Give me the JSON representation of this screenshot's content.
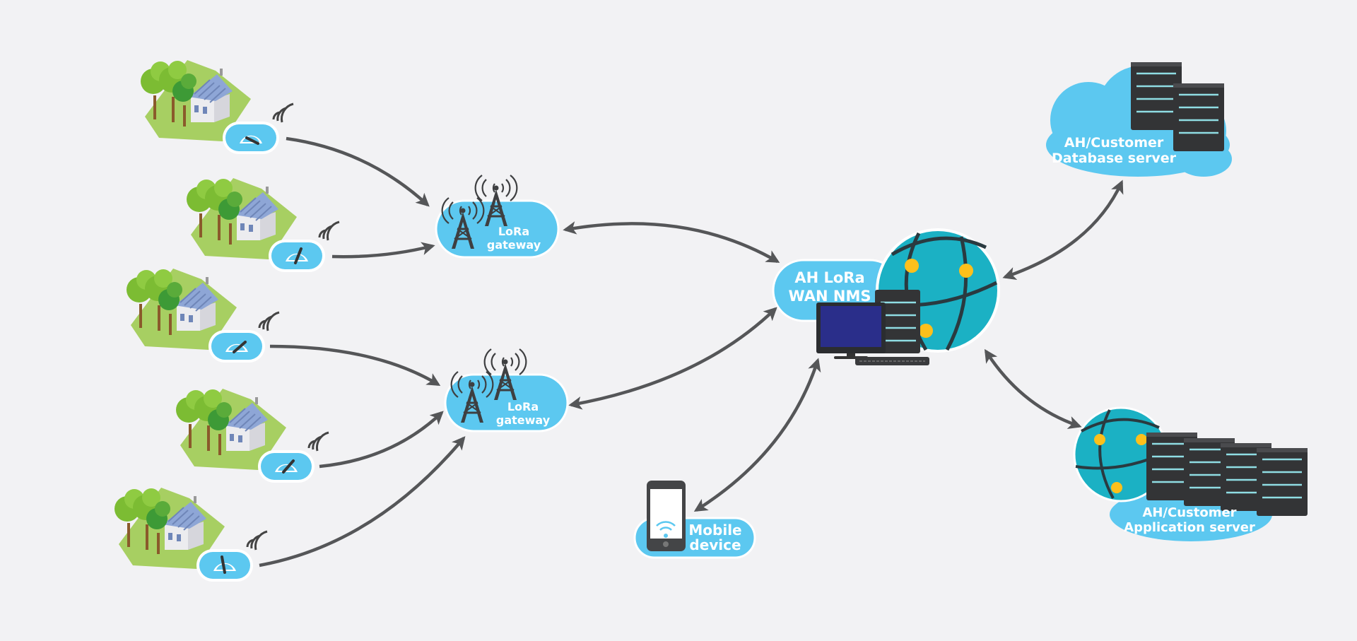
{
  "gateways": [
    {
      "line1": "LoRa",
      "line2": "gateway"
    },
    {
      "line1": "LoRa",
      "line2": "gateway"
    }
  ],
  "nms": {
    "line1": "AH LoRa",
    "line2": "WAN NMS"
  },
  "database_server": {
    "line1": "AH/Customer",
    "line2": "Database server"
  },
  "application_server": {
    "line1": "AH/Customer",
    "line2": "Application server"
  },
  "mobile_device": {
    "line1": "Mobile",
    "line2": "device"
  },
  "colors": {
    "background": "#f2f2f4",
    "cloud": "#5cc8f0",
    "globe": "#1bb1c4",
    "node": "#fdc01b",
    "server": "#333436",
    "server_stripe": "#8fdde3",
    "arrow": "#555658",
    "grass": "#a7cf62",
    "tree": "#7cbc33",
    "roof": "#8ea6d6",
    "house": "#ececef"
  },
  "meter_count": 5,
  "icons": [
    "house-icon",
    "tree-icon",
    "smart-meter-icon",
    "wifi-signal-icon",
    "radio-tower-icon",
    "globe-icon",
    "server-rack-icon",
    "monitor-icon",
    "keyboard-icon",
    "smartphone-icon"
  ]
}
